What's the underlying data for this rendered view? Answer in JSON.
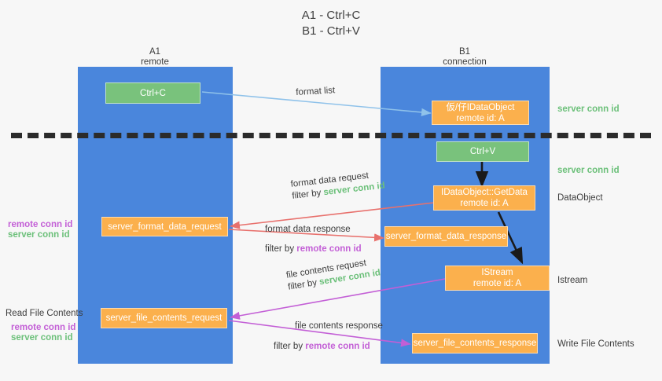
{
  "title": {
    "line1": "A1 - Ctrl+C",
    "line2": "B1 - Ctrl+V"
  },
  "lanes": [
    {
      "id": "A1",
      "name": "A1",
      "sub": "remote",
      "color": "#4a86dc"
    },
    {
      "id": "B1",
      "name": "B1",
      "sub": "connection",
      "color": "#4a86dc"
    }
  ],
  "boxes": {
    "ctrl_c": {
      "line1": "Ctrl+C",
      "line2": "",
      "color": "#79c27c"
    },
    "ctrl_v": {
      "line1": "Ctrl+V",
      "line2": "",
      "color": "#79c27c"
    },
    "idataobject": {
      "line1": "仮/仔IDataObject",
      "line2": "remote id: A",
      "color": "#fbb04d"
    },
    "getdata": {
      "line1": "IDataObject::GetData",
      "line2": "remote id: A",
      "color": "#fbb04d"
    },
    "istream": {
      "line1": "IStream",
      "line2": "remote id: A",
      "color": "#fbb04d"
    },
    "fmt_data_request": {
      "line1": "server_format_data_request",
      "line2": "",
      "color": "#fbb04d"
    },
    "fmt_data_response": {
      "line1": "server_format_data_response",
      "line2": "",
      "color": "#fbb04d"
    },
    "file_req": {
      "line1": "server_file_contents_request",
      "line2": "",
      "color": "#fbb04d"
    },
    "file_resp": {
      "line1": "server_file_contents_response",
      "line2": "",
      "color": "#fbb04d"
    }
  },
  "edges": {
    "format_list": {
      "label": "format list",
      "color": "#8fc2ea"
    },
    "fmt_req_l1": {
      "label": "format data request",
      "color": "#e8716d"
    },
    "fmt_req_l2_prefix": {
      "label": "filter by ",
      "tag": "server conn id"
    },
    "fmt_resp_l1": {
      "label": "format data response",
      "color": "#e8716d"
    },
    "fmt_resp_l2_prefix": {
      "label": "filter by ",
      "tag": "remote conn id"
    },
    "file_req_l1": {
      "label": "file contents request",
      "color": "#c35fd6"
    },
    "file_req_l2_prefix": {
      "label": "filter by ",
      "tag": "server conn id"
    },
    "file_resp_l1": {
      "label": "file contents response",
      "color": "#c35fd6"
    },
    "file_resp_l2_prefix": {
      "label": "filter by ",
      "tag": "remote conn id"
    }
  },
  "annotations": {
    "right_server_conn_1": "server conn id",
    "right_server_conn_2": "server conn id",
    "right_dataobject": "DataObject",
    "right_istream": "Istream",
    "right_write_file": "Write File Contents",
    "left_remote_conn_1": "remote conn id",
    "left_server_conn_1": "server conn id",
    "left_read_file": "Read File Contents",
    "left_remote_conn_2": "remote conn id",
    "left_server_conn_2": "server conn id"
  },
  "colors": {
    "lane": "#4a86dc",
    "green_box": "#79c27c",
    "orange_box": "#fbb04d",
    "green_text": "#6cc07a",
    "purple_text": "#c35fd6",
    "red_arrow": "#e8716d",
    "blue_arrow": "#8fc2ea",
    "purple_arrow": "#c35fd6",
    "black_arrow": "#1a1a1a",
    "background": "#f7f7f7"
  }
}
